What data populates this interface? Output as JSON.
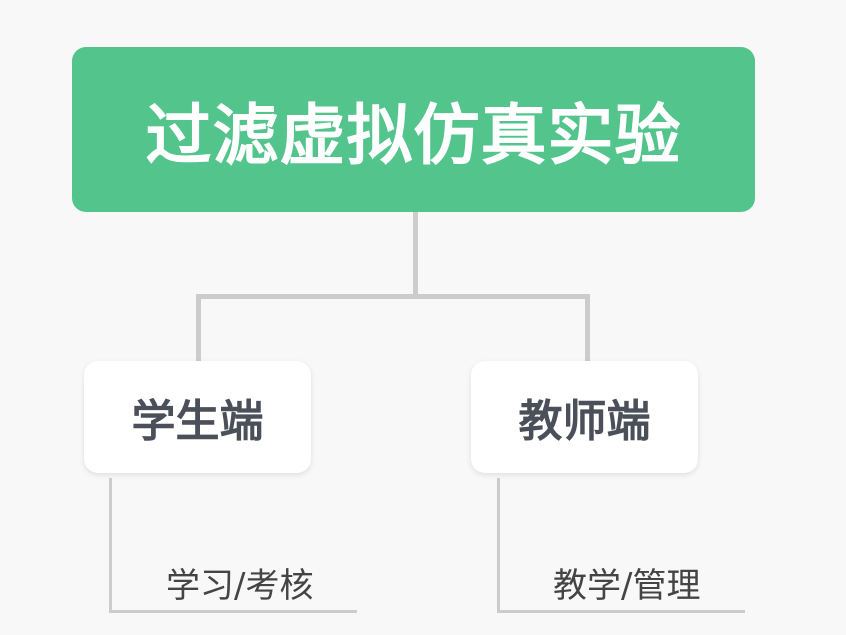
{
  "root": {
    "title": "过滤虚拟仿真实验",
    "color": "#52c48c"
  },
  "children": [
    {
      "title": "学生端",
      "leaf": "学习/考核"
    },
    {
      "title": "教师端",
      "leaf": "教学/管理"
    }
  ],
  "colors": {
    "connector": "#cccccc",
    "child_text": "#4a4f5a",
    "leaf_text": "#444444",
    "background": "#f8f8f8"
  }
}
